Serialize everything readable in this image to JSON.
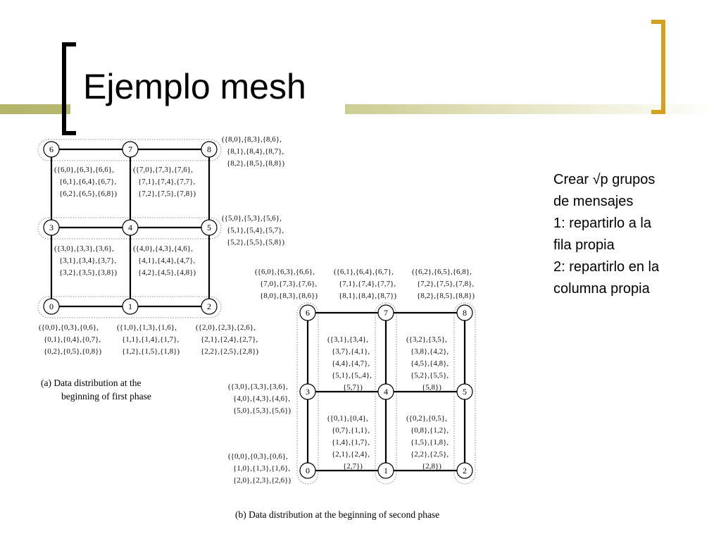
{
  "slide": {
    "title": "Ejemplo mesh",
    "notes": [
      "Crear √p grupos",
      "de mensajes",
      "1: repartirlo a la",
      "fila propia",
      "2: repartirlo en la",
      "columna propia"
    ]
  },
  "figure_a": {
    "caption_line1": "(a)  Data distribution at the",
    "caption_line2": "beginning of first phase",
    "nodes": [
      "6",
      "7",
      "8",
      "3",
      "4",
      "5",
      "0",
      "1",
      "2"
    ],
    "labels": {
      "n6": [
        "({6,0},{6,3},{6,6},",
        "{6,1},{6,4},{6,7},",
        "{6,2},{6,5},{6,8})"
      ],
      "n7": [
        "({7,0},{7,3},{7,6},",
        "{7,1},{7,4},{7,7},",
        "{7,2},{7,5},{7,8})"
      ],
      "n8": [
        "({8,0},{8,3},{8,6},",
        "{8,1},{8,4},{8,7},",
        "{8,2},{8,5},{8,8})"
      ],
      "n3": [
        "({3,0},{3,3},{3,6},",
        "{3,1},{3,4},{3,7},",
        "{3,2},{3,5},{3,8})"
      ],
      "n4": [
        "({4,0},{4,3},{4,6},",
        "{4,1},{4,4},{4,7},",
        "{4,2},{4,5},{4,8})"
      ],
      "n5": [
        "({5,0},{5,3},{5,6},",
        "{5,1},{5,4},{5,7},",
        "{5,2},{5,5},{5,8})"
      ],
      "n0": [
        "({0,0},{0,3},{0,6},",
        "{0,1},{0,4},{0,7},",
        "{0,2},{0,5},{0,8})"
      ],
      "n1": [
        "({1,0},{1,3},{1,6},",
        "{1,1},{1,4},{1,7},",
        "{1,2},{1,5},{1,8})"
      ],
      "n2": [
        "({2,0},{2,3},{2,6},",
        "{2,1},{2,4},{2,7},",
        "{2,2},{2,5},{2,8})"
      ]
    }
  },
  "figure_b": {
    "caption": "(b)  Data distribution at the beginning of second phase",
    "nodes": [
      "6",
      "7",
      "8",
      "3",
      "4",
      "5",
      "0",
      "1",
      "2"
    ],
    "labels": {
      "top6": [
        "({6,0},{6,3},{6,6},",
        "{7,0},{7,3},{7,6},",
        "{8,0},{8,3},{8,6})"
      ],
      "top7": [
        "({6,1},{6,4},{6,7},",
        "{7,1},{7,4},{7,7},",
        "{8,1},{8,4},{8,7})"
      ],
      "top8": [
        "({6,2},{6,5},{6,8},",
        "{7,2},{7,5},{7,8},",
        "{8,2},{8,5},{8,8})"
      ],
      "left3": [
        "({3,0},{3,3},{3,6},",
        "{4,0},{4,3},{4,6},",
        "{5,0},{5,3},{5,6})"
      ],
      "left0": [
        "({0,0},{0,3},{0,6},",
        "{1,0},{1,3},{1,6},",
        "{2,0},{2,3},{2,6})"
      ],
      "mid4": [
        "({3,1},{3,4},",
        "{3,7},{4,1},",
        "{4,4},{4,7},",
        "{5,1},{5,,4},",
        "{5,7})"
      ],
      "mid5": [
        "({3,2},{3,5},",
        "{3,8},{4,2},",
        "{4,5},{4,8},",
        "{5,2},{5,5},",
        "{5,8})"
      ],
      "mid1": [
        "({0,1},{0,4},",
        "{0,7},{1,1},",
        "{1,4},{1,7},",
        "{2,1},{2,4},",
        "{2,7})"
      ],
      "mid2": [
        "({0,2},{0,5},",
        "{0,8},{1,2},",
        "{1,5},{1,8},",
        "{2,2},{2,5},",
        "{2,8})"
      ]
    }
  }
}
